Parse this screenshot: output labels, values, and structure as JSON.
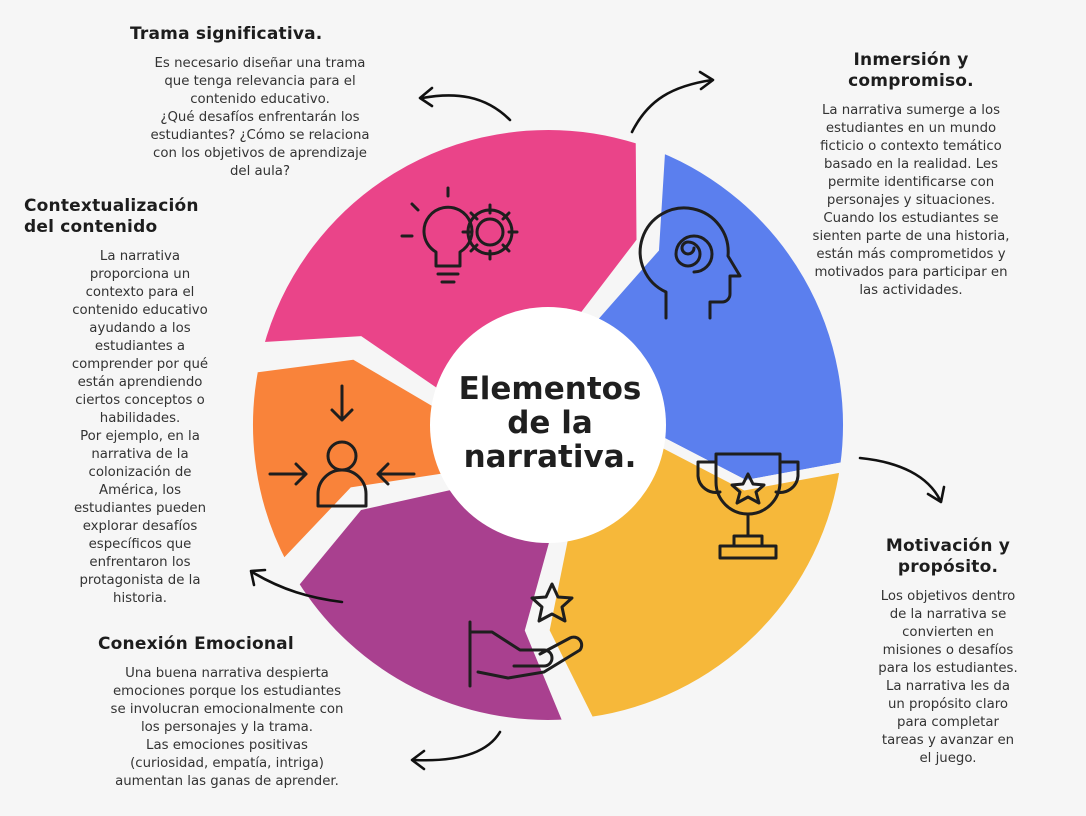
{
  "center_title": "Elementos\nde la\nnarrativa.",
  "colors": {
    "trama": "#ea4489",
    "inmersion": "#5b7fee",
    "motivacion": "#f6b83a",
    "conexion": "#a9408f",
    "contexto": "#f9833a",
    "center": "#ffffff"
  },
  "icons": {
    "trama": "lightbulb-gear-icon",
    "inmersion": "head-spiral-icon",
    "motivacion": "trophy-star-icon",
    "conexion": "hand-star-icon",
    "contexto": "person-arrows-icon"
  },
  "sections": {
    "trama": {
      "title": "Trama significativa.",
      "text": "Es necesario diseñar una trama\nque tenga relevancia para el\ncontenido educativo.\n¿Qué desafíos enfrentarán los\nestudiantes? ¿Cómo se relaciona\ncon los objetivos de aprendizaje\ndel aula?"
    },
    "inmersion": {
      "title": "Inmersión y\ncompromiso.",
      "text": "La narrativa sumerge a los\nestudiantes en un mundo\nficticio o contexto temático\nbasado en la realidad. Les\npermite identificarse con\npersonajes y situaciones.\nCuando los estudiantes se\nsienten parte de una historia,\nestán más comprometidos y\nmotivados para participar en\nlas actividades."
    },
    "motivacion": {
      "title": "Motivación y\npropósito.",
      "text": "Los objetivos dentro\nde la narrativa se\nconvierten en\nmisiones o desafíos\npara los estudiantes.\nLa narrativa les da\nun propósito claro\npara completar\ntareas y avanzar en\nel juego."
    },
    "conexion": {
      "title": "Conexión Emocional",
      "text": "Una buena narrativa despierta\nemociones porque los estudiantes\nse involucran emocionalmente con\nlos personajes y la trama.\nLas emociones positivas\n(curiosidad, empatía, intriga)\naumentan las ganas de aprender."
    },
    "contexto": {
      "title": "Contextualización\ndel contenido",
      "text": "La narrativa\nproporciona un\ncontexto para el\ncontenido educativo\nayudando a los\nestudiantes a\ncomprender por qué\nestán aprendiendo\nciertos conceptos o\nhabilidades.\nPor ejemplo, en la\nnarrativa de la\ncolonización de\nAmérica, los\nestudiantes pueden\nexplorar desafíos\nespecíficos que\nenfrentaron los\nprotagonista de la\nhistoria."
    }
  }
}
